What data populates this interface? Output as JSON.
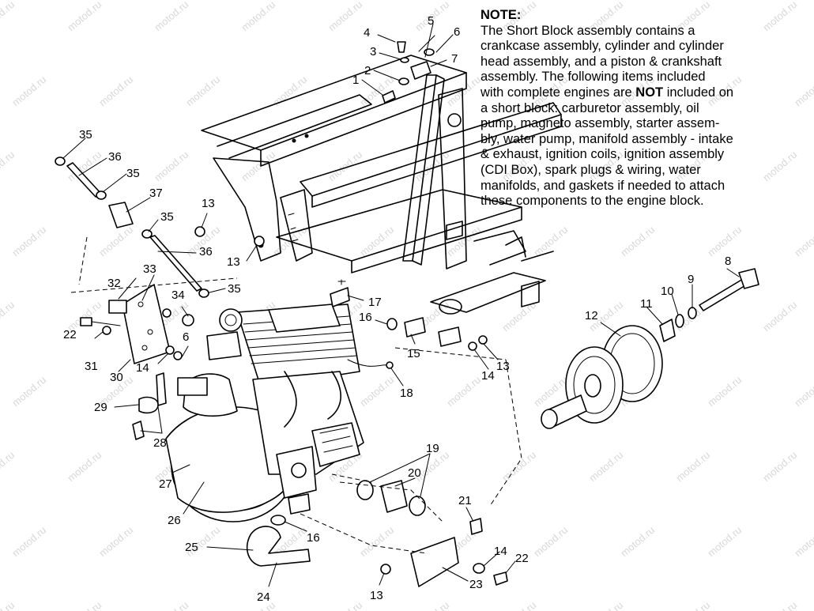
{
  "note": {
    "title": "NOTE:",
    "lines": [
      "The Short Block assembly contains a",
      "crankcase assembly, cylinder and cylinder",
      "head assembly, and a piston & crankshaft",
      "assembly.  The following items included",
      "with complete engines are NOT included on",
      "a short block:  carburetor assembly, oil",
      "pump, magneto assembly, starter assem-",
      "bly, water pump, manifold assembly - intake",
      "& exhaust, ignition coils, ignition assembly",
      "(CDI Box), spark plugs & wiring, water",
      "manifolds, and gaskets if needed to attach",
      "these components to the engine block."
    ],
    "emphasis": "NOT"
  },
  "watermark": "motod.ru",
  "callouts": [
    {
      "id": "c4",
      "text": "4"
    },
    {
      "id": "c5",
      "text": "5"
    },
    {
      "id": "c6a",
      "text": "6"
    },
    {
      "id": "c3",
      "text": "3"
    },
    {
      "id": "c7",
      "text": "7"
    },
    {
      "id": "c2",
      "text": "2"
    },
    {
      "id": "c1",
      "text": "1"
    },
    {
      "id": "c35a",
      "text": "35"
    },
    {
      "id": "c36a",
      "text": "36"
    },
    {
      "id": "c35b",
      "text": "35"
    },
    {
      "id": "c37",
      "text": "37"
    },
    {
      "id": "c13a",
      "text": "13"
    },
    {
      "id": "c35c",
      "text": "35"
    },
    {
      "id": "c36b",
      "text": "36"
    },
    {
      "id": "c13b",
      "text": "13"
    },
    {
      "id": "c33",
      "text": "33"
    },
    {
      "id": "c32",
      "text": "32"
    },
    {
      "id": "c35d",
      "text": "35"
    },
    {
      "id": "c34",
      "text": "34"
    },
    {
      "id": "c17",
      "text": "17"
    },
    {
      "id": "c22a",
      "text": "22"
    },
    {
      "id": "c6b",
      "text": "6"
    },
    {
      "id": "c16a",
      "text": "16"
    },
    {
      "id": "c31",
      "text": "31"
    },
    {
      "id": "c30",
      "text": "30"
    },
    {
      "id": "c14a",
      "text": "14"
    },
    {
      "id": "c15",
      "text": "15"
    },
    {
      "id": "c13c",
      "text": "13"
    },
    {
      "id": "c14b",
      "text": "14"
    },
    {
      "id": "c18",
      "text": "18"
    },
    {
      "id": "c8",
      "text": "8"
    },
    {
      "id": "c9",
      "text": "9"
    },
    {
      "id": "c10",
      "text": "10"
    },
    {
      "id": "c11",
      "text": "11"
    },
    {
      "id": "c12",
      "text": "12"
    },
    {
      "id": "c29",
      "text": "29"
    },
    {
      "id": "c28",
      "text": "28"
    },
    {
      "id": "c19",
      "text": "19"
    },
    {
      "id": "c27",
      "text": "27"
    },
    {
      "id": "c20",
      "text": "20"
    },
    {
      "id": "c26",
      "text": "26"
    },
    {
      "id": "c21",
      "text": "21"
    },
    {
      "id": "c16b",
      "text": "16"
    },
    {
      "id": "c25",
      "text": "25"
    },
    {
      "id": "c14c",
      "text": "14"
    },
    {
      "id": "c22b",
      "text": "22"
    },
    {
      "id": "c13d",
      "text": "13"
    },
    {
      "id": "c23",
      "text": "23"
    },
    {
      "id": "c24",
      "text": "24"
    }
  ]
}
